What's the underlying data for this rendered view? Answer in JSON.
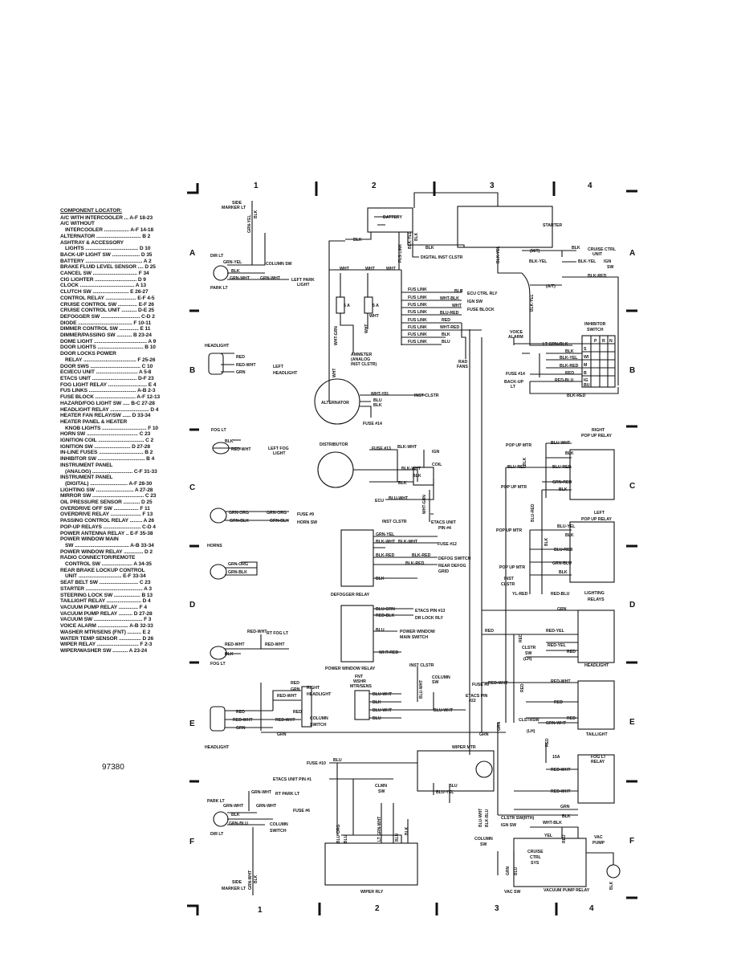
{
  "grid": {
    "columns": [
      "1",
      "2",
      "3",
      "4"
    ],
    "rows": [
      "A",
      "B",
      "C",
      "D",
      "E",
      "F"
    ]
  },
  "locator": {
    "title": "COMPONENT LOCATOR:",
    "entries": [
      {
        "text": "A/C WITH INTERCOOLER ... A-F 18-23",
        "indent": false
      },
      {
        "text": "A/C WITHOUT",
        "indent": false
      },
      {
        "text": "INTERCOOLER .................. A-F 14-18",
        "indent": true
      },
      {
        "text": "ALTERNATOR ................................ B 2",
        "indent": false
      },
      {
        "text": "ASHTRAY & ACCESSORY",
        "indent": false
      },
      {
        "text": "LIGHTS ...................................... D 10",
        "indent": true
      },
      {
        "text": "BACK-UP LIGHT SW .................... D 35",
        "indent": false
      },
      {
        "text": "BATTERY ......................................... A 2",
        "indent": false
      },
      {
        "text": "BRAKE FLUID LEVEL SENSOR .... D 25",
        "indent": false
      },
      {
        "text": "CANCEL SW ................................ F 34",
        "indent": false
      },
      {
        "text": "CIG LIGHTER .............................. D 9",
        "indent": false
      },
      {
        "text": "CLOCK ....................................... A 13",
        "indent": false
      },
      {
        "text": "CLUTCH SW .......................... E 26-27",
        "indent": false
      },
      {
        "text": "CONTROL RELAY ...................... E-F 4-5",
        "indent": false
      },
      {
        "text": "CRUISE CONTROL SW .............. E-F 26",
        "indent": false
      },
      {
        "text": "CRUISE CONTROL UNIT ........... D-E 25",
        "indent": false
      },
      {
        "text": "DEFOGGER SW ............................ C-D 2",
        "indent": false
      },
      {
        "text": "DIODE ....................................... F 10-11",
        "indent": false
      },
      {
        "text": "DIMMER CONTROL SW .............. E 11",
        "indent": false
      },
      {
        "text": "DIMMER/PASSING SW ........... B 23-24",
        "indent": false
      },
      {
        "text": "DOME LIGHT ...................................... A 9",
        "indent": false
      },
      {
        "text": "DOOR LIGHTS ................................. B 10",
        "indent": false
      },
      {
        "text": "DOOR LOCKS POWER",
        "indent": false
      },
      {
        "text": "RELAY ...................................... F 25-26",
        "indent": true
      },
      {
        "text": "DOOR SWS .................................... C 10",
        "indent": false
      },
      {
        "text": "ECI/ECU UNIT .............................. A 5-8",
        "indent": false
      },
      {
        "text": "ETACS UNIT ................................ D-F 23",
        "indent": false
      },
      {
        "text": "FOG LIGHT RELAY ............................ E 4",
        "indent": false
      },
      {
        "text": "FUS LINKS .................................. A-B 2-3",
        "indent": false
      },
      {
        "text": "FUSE BLOCK ............................. A-F 12-13",
        "indent": false
      },
      {
        "text": "HAZARD/FOG LIGHT SW ..... B-C 27-28",
        "indent": false
      },
      {
        "text": "HEADLIGHT RELAY ............................ D 4",
        "indent": false
      },
      {
        "text": "HEATER FAN RELAY/SW ...... D 33-34",
        "indent": false
      },
      {
        "text": "HEATER PANEL & HEATER",
        "indent": false
      },
      {
        "text": "KNOB LIGHTS ................................ F 10",
        "indent": true
      },
      {
        "text": "HORN SW ..................................... C 23",
        "indent": false
      },
      {
        "text": "IGNITION COIL ................................. C 2",
        "indent": false
      },
      {
        "text": "IGNITION SW .......................... D 27-28",
        "indent": false
      },
      {
        "text": "IN-LINE FUSES ................................ B 2",
        "indent": false
      },
      {
        "text": "INHIBITOR SW .................................. B 4",
        "indent": false
      },
      {
        "text": "INSTRUMENT PANEL",
        "indent": false
      },
      {
        "text": "(ANALOG) ............................. C-F 31-33",
        "indent": true
      },
      {
        "text": "INSTRUMENT PANEL",
        "indent": false
      },
      {
        "text": "(DIGITAL) ........................... A-F 28-30",
        "indent": true
      },
      {
        "text": "LIGHTING SW ........................... A 27-28",
        "indent": false
      },
      {
        "text": "MIRROR SW ..................................... C 23",
        "indent": false
      },
      {
        "text": "OIL PRESSURE SENSOR ............ D 25",
        "indent": false
      },
      {
        "text": "OVERDRIVE OFF SW .................. F 11",
        "indent": false
      },
      {
        "text": "OVERDRIVE RELAY ...................... F 13",
        "indent": false
      },
      {
        "text": "PASSING CONTROL RELAY ......... A 26",
        "indent": false
      },
      {
        "text": "POP-UP RELAYS ........................... C-D 4",
        "indent": false
      },
      {
        "text": "POWER ANTENNA RELAY .. E-F 35-38",
        "indent": false
      },
      {
        "text": "POWER WINDOW MAIN",
        "indent": false
      },
      {
        "text": "SW ....................................... A-B 33-34",
        "indent": true
      },
      {
        "text": "POWER WINDOW RELAY .............. D 2",
        "indent": false
      },
      {
        "text": "RADIO CONNECTOR/REMOTE",
        "indent": false
      },
      {
        "text": "CONTROL SW ...................... A 34-35",
        "indent": true
      },
      {
        "text": "REAR BRAKE LOCKUP CONTROL",
        "indent": false
      },
      {
        "text": "UNIT ............................... E-F 33-34",
        "indent": true
      },
      {
        "text": "SEAT BELT SW ............................ C 23",
        "indent": false
      },
      {
        "text": "STARTER ......................................... A 3",
        "indent": false
      },
      {
        "text": "STEERING LOCK SW ................... B 13",
        "indent": false
      },
      {
        "text": "TAILLIGHT RELAY ......................... D 4",
        "indent": false
      },
      {
        "text": "VACUUM PUMP RELAY .............. F 4",
        "indent": false
      },
      {
        "text": "VACUUM PUMP RELAY .......... D 27-28",
        "indent": false
      },
      {
        "text": "VACUUM SW ................................... F 3",
        "indent": false
      },
      {
        "text": "VOICE ALARM ...................... A-B 32-33",
        "indent": false
      },
      {
        "text": "WASHER MTR/SENS (FNT) .......... E 2",
        "indent": false
      },
      {
        "text": "WATER TEMP SENSOR ................ D 26",
        "indent": false
      },
      {
        "text": "WIPER RELAY .............................. F 2-3",
        "indent": false
      },
      {
        "text": "WIPER/WASHER SW ........... A 23-24",
        "indent": false
      }
    ]
  },
  "figure_number": "97380",
  "labels": {
    "battery": "BATTERY",
    "starter": "STARTER",
    "side_marker_lt_top": "SIDE",
    "side_marker_lt_top2": "MARKER LT",
    "dir_lt": "DIR LT",
    "park_lt": "PARK LT",
    "column_sw_1": "COLUMN SW",
    "left_park_light": "LEFT PARK",
    "left_park_light2": "LIGHT",
    "digital_inst_clstr": "DIGITAL INST CLSTR",
    "mt": "(M/T)",
    "cruise_ctrl_unit": "CRUISE CTRL",
    "cruise_ctrl_unit2": "UNIT",
    "ign_sw_1": "IGN",
    "ign_sw_1b": "SW",
    "at": "(A/T)",
    "ecu_ctrl_rly": "ECU CTRL RLY",
    "ign_sw_2": "IGN SW",
    "fuse_block": "FUSE BLOCK",
    "fus_link": "FUS LINK",
    "rad_fans": "RAD",
    "rad_fans2": "FANS",
    "ammeter": "AMMETER",
    "ammeter2": "(ANALOG",
    "ammeter3": "INST CLSTR)",
    "voice_alarm": "VOICE",
    "voice_alarm2": "ALARM",
    "inhibitor_switch": "INHIBITOR",
    "inhibitor_switch2": "SWITCH",
    "fuse_14_a": "FUSE #14",
    "backup_lt": "BACK-UP",
    "backup_lt2": "LT",
    "headlight_left": "HEADLIGHT",
    "left_headlight": "LEFT",
    "left_headlight2": "HEADLIGHT",
    "alternator": "ALTERNATOR",
    "inst_clstr_alt": "INST CLSTR",
    "fuse_14_b": "FUSE #14",
    "fog_lt": "FOG LT",
    "left_fog_light": "LEFT FOG",
    "left_fog_light2": "LIGHT",
    "distributor": "DISTRIBUTOR",
    "fuse_13": "FUSE #13",
    "ign_coil": "IGN",
    "ign_coil2": "COIL",
    "ecu": "ECU",
    "fuse_9": "FUSE #9",
    "horn_sw": "HORN SW",
    "horns": "HORNS",
    "inst_clstr_2": "INST CLSTR",
    "etacs_pin_4": "ETACS UNIT",
    "etacs_pin_4b": "PIN #4",
    "fuse_12": "FUSE #12",
    "defog_switch": "DEFOG SWITCH",
    "rear_defog_grid": "REAR DEFOG",
    "rear_defog_grid2": "GRID",
    "defogger_relay": "DEFOGGER RELAY",
    "etacs_pin_13": "ETACS PIN #13",
    "dr_lock_rly": "DR LOCK RLY",
    "power_window_main": "POWER WINDOW",
    "power_window_main2": "MAIN SWITCH",
    "power_window_relay": "POWER WINDOW RELAY",
    "right_popup_relay": "RIGHT",
    "right_popup_relay2": "POP UP RELAY",
    "pop_up_mtr_1": "POP UP MTR",
    "pop_up_mtr_2": "POP UP MTR",
    "pop_up_mtr_3": "POP UP MTR",
    "pop_up_mtr_4": "POP UP MTR",
    "left_popup_relay": "LEFT",
    "left_popup_relay2": "POP UP RELAY",
    "inst_clstr_3": "INST",
    "inst_clstr_3b": "CLSTR",
    "lighting_relays": "LIGHTING",
    "lighting_relays2": "RELAYS",
    "clstr_sw_lh": "CLSTR",
    "clstr_sw_lh2": "SW",
    "clstr_sw_lh3": "(LH)",
    "headlight_relay": "HEADLIGHT",
    "rt_fog_lt": "RT FOG LT",
    "fog_lt_2": "FOG LT",
    "inst_clstr_4": "INST CLSTR",
    "fnt_wshr": "FNT",
    "fnt_wshr2": "WSHR",
    "fnt_wshr3": "MTR/SENS",
    "column_sw_2": "COLUMN",
    "column_sw_2b": "SW",
    "fuse_6_a": "FUSE #6",
    "etacs_pin_22": "ETACS PIN",
    "etacs_pin_22b": "#22",
    "right_headlight": "RIGHT",
    "right_headlight2": "HEADLIGHT",
    "column_switch": "COLUMN",
    "column_switch2": "SWITCH",
    "headlight_right": "HEADLIGHT",
    "clstrsw_lh": "CLSTRSW",
    "clstrsw_lh2": "(LH)",
    "taillight": "TAILLIGHT",
    "fuse_10": "FUSE #10",
    "wiper_mtr": "WIPER MTR",
    "etacs_unit_pin_1": "ETACS UNIT PIN #1",
    "fog_lt_relay": "FOG LT",
    "fog_lt_relay2": "RELAY",
    "fuse_15a": "15A",
    "rt_park_lt": "RT PARK LT",
    "park_lt_2": "PARK LT",
    "fuse_6_b": "FUSE #6",
    "column_switch_b": "COLUMN",
    "column_switch_b2": "SWITCH",
    "dir_lt_2": "DIR LT",
    "clmn_sw": "CLMN",
    "clmn_sw2": "SW",
    "column_sw_3": "COLUMN",
    "column_sw_3b": "SW",
    "clstr_swrth": "CLSTR SW(RTH)",
    "ign_sw_3": "IGN SW",
    "cruise_ctrl_sys": "CRUISE",
    "cruise_ctrl_sys2": "CTRL",
    "cruise_ctrl_sys3": "SYS",
    "vac_pump": "VAC",
    "vac_pump2": "PUMP",
    "side_marker_lt_bottom": "SIDE",
    "side_marker_lt_bottom2": "MARKER LT",
    "wiper_rly": "WIPER RLY",
    "vac_sw": "VAC SW",
    "vacuum_pump_relay": "VACUUM PUMP RELAY"
  },
  "wires": {
    "grn_yel": "GRN-YEL",
    "blk": "BLK",
    "grn_wht": "GRN-WHT",
    "wht": "WHT",
    "blk_yel": "BLK-YEL",
    "blk_red": "BLK-RED",
    "wht_blk": "WHT-BLK",
    "blu_red": "BLU-RED",
    "red": "RED",
    "wht_red": "WHT-RED",
    "blu": "BLU",
    "wht_grn": "WHT-GRN",
    "lt_grn_blk": "LT GRN-BLK",
    "red_blu": "RED-BLU",
    "red_wht": "RED-WHT",
    "grn": "GRN",
    "wht_yel": "WHT-YEL",
    "blk_wht": "BLK-WHT",
    "blu_wht": "BLU-WHT",
    "grn_org": "GRN-ORG",
    "grn_blk": "GRN-BLK",
    "blk_blu": "BLK-BLU",
    "grn_red": "GRN-RED",
    "blu_yel": "BLU-YEL",
    "grn_blu": "GRN-BLU",
    "yl_red": "YL-RED",
    "red_yel": "RED-YEL",
    "blu_grn": "BLU-GRN",
    "red_blk": "RED-BLK",
    "blu_org": "BLU-ORG",
    "lt_grn_wht": "LT GRN-WHT",
    "wht_blk_2": "WHT-BLK",
    "yel": "YEL",
    "blk_wht_2": "BLK-WHT",
    "yel_red": "YEL-RED",
    "grn_yel_2": "GRN-YEL",
    "wht_grn_2": "WHT-GRN"
  },
  "inhibitor_table": {
    "header": [
      "P",
      "R",
      "N"
    ],
    "rows": [
      "S",
      "WI",
      "M",
      "B",
      "IG",
      "BU"
    ]
  },
  "fuse_values": {
    "five_a": "5 A"
  }
}
